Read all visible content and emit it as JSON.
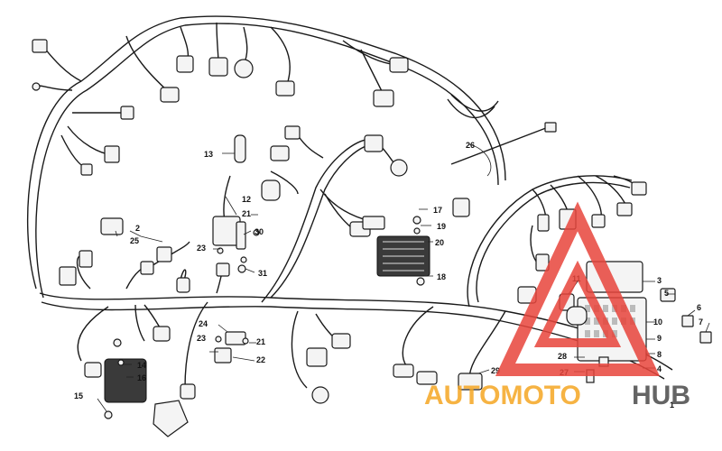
{
  "diagram": {
    "callouts": [
      {
        "id": "c1",
        "label": "1"
      },
      {
        "id": "c2",
        "label": "2"
      },
      {
        "id": "c3",
        "label": "3"
      },
      {
        "id": "c4",
        "label": "4"
      },
      {
        "id": "c5",
        "label": "5"
      },
      {
        "id": "c6",
        "label": "6"
      },
      {
        "id": "c7",
        "label": "7"
      },
      {
        "id": "c8",
        "label": "8"
      },
      {
        "id": "c9",
        "label": "9"
      },
      {
        "id": "c10",
        "label": "10"
      },
      {
        "id": "c11",
        "label": "11"
      },
      {
        "id": "c12",
        "label": "12"
      },
      {
        "id": "c13",
        "label": "13"
      },
      {
        "id": "c14",
        "label": "14"
      },
      {
        "id": "c15",
        "label": "15"
      },
      {
        "id": "c16",
        "label": "16"
      },
      {
        "id": "c17",
        "label": "17"
      },
      {
        "id": "c18",
        "label": "18"
      },
      {
        "id": "c19",
        "label": "19"
      },
      {
        "id": "c20",
        "label": "20"
      },
      {
        "id": "c21a",
        "label": "21"
      },
      {
        "id": "c21b",
        "label": "21"
      },
      {
        "id": "c22",
        "label": "22"
      },
      {
        "id": "c23a",
        "label": "23"
      },
      {
        "id": "c23b",
        "label": "23"
      },
      {
        "id": "c24",
        "label": "24"
      },
      {
        "id": "c25",
        "label": "25"
      },
      {
        "id": "c26",
        "label": "26"
      },
      {
        "id": "c27",
        "label": "27"
      },
      {
        "id": "c28",
        "label": "28"
      },
      {
        "id": "c29",
        "label": "29"
      },
      {
        "id": "c30",
        "label": "30"
      },
      {
        "id": "c31",
        "label": "31"
      }
    ]
  },
  "watermark": {
    "text_part1": "AUTOMOTO",
    "text_part2": "HUB",
    "color_primary": "#e8453c",
    "color_secondary": "#f5a623",
    "color_dark": "#4a4a4a"
  }
}
